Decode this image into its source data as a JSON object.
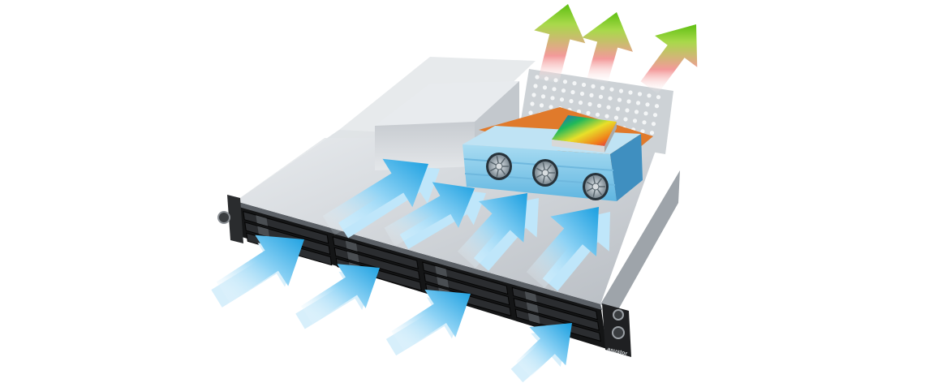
{
  "diagram": {
    "subject": "rackmount-nas-airflow",
    "drive_bays": {
      "rows": 3,
      "columns": 4
    },
    "fans": 3,
    "intake_arrows_front": 4,
    "internal_flow_arrows": 4,
    "exhaust_arrows": 3,
    "brand_mark": "asustor",
    "colors": {
      "intake_flow": "#1a9fe0",
      "intake_flow_light": "#bfe6fa",
      "exhaust_head": "#6cc51c",
      "exhaust_tail": "#f39a9a",
      "chassis_front": "#1b1c1e",
      "chassis_lid": "#b9bec4",
      "board": "#e07a2b",
      "heatsink": "#8fd0ee"
    }
  }
}
